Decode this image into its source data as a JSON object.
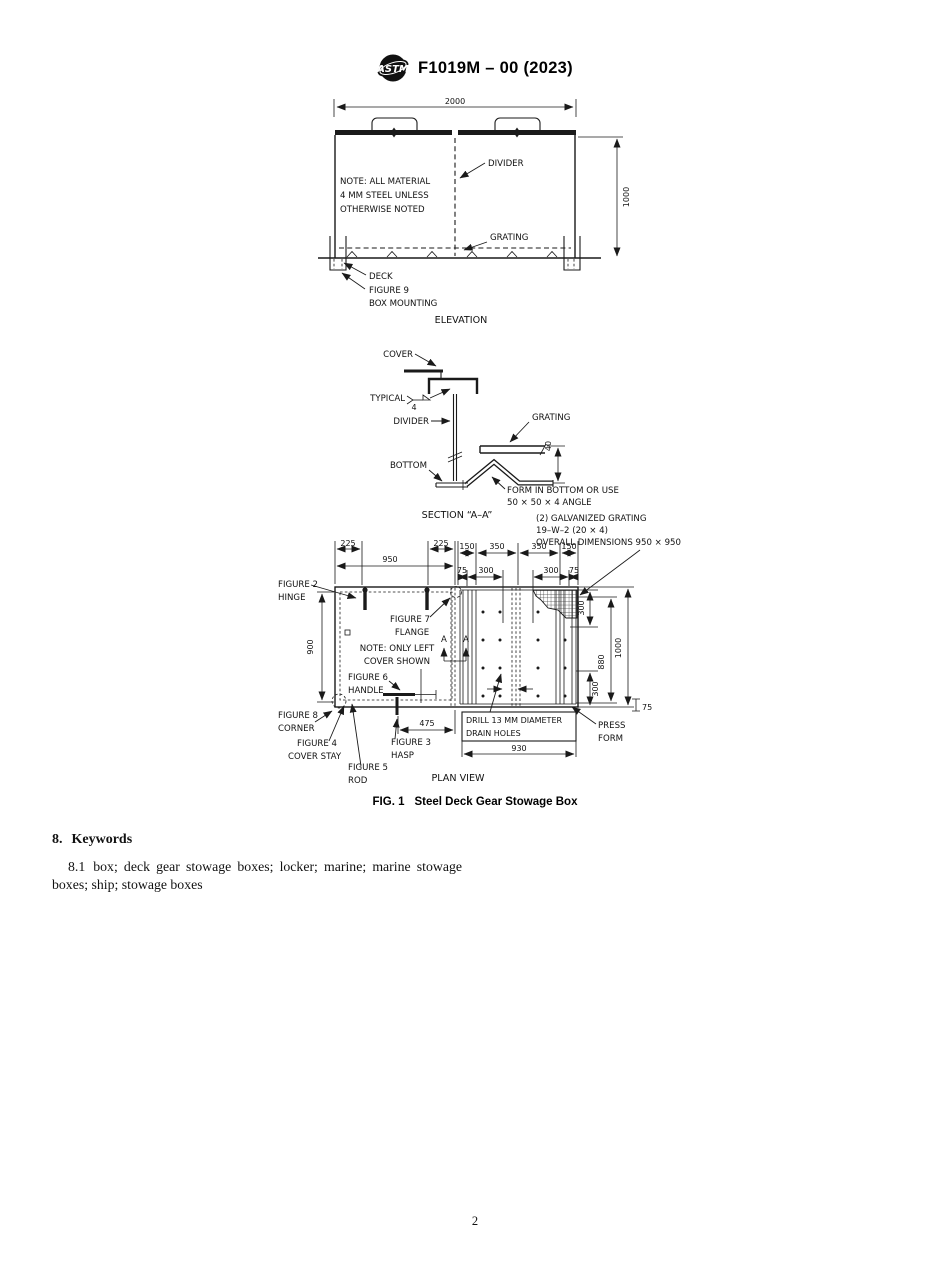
{
  "header": {
    "logo_text": "ASTM",
    "title": "F1019M – 00 (2023)"
  },
  "drawing": {
    "elevation": {
      "caption": "ELEVATION",
      "dim_width": "2000",
      "dim_height": "1000",
      "note1": "NOTE: ALL MATERIAL",
      "note2": "4 MM STEEL UNLESS",
      "note3": "OTHERWISE NOTED",
      "divider": "DIVIDER",
      "grating": "GRATING",
      "deck": "DECK",
      "mounting1": "FIGURE 9",
      "mounting2": "BOX MOUNTING"
    },
    "section": {
      "caption": "SECTION “A–A”",
      "cover": "COVER",
      "typical": "TYPICAL",
      "weld_size": "4",
      "divider": "DIVIDER",
      "grating": "GRATING",
      "dim40": "40",
      "bottom": "BOTTOM",
      "form1": "FORM IN BOTTOM OR USE",
      "form2": "50 × 50 × 4 ANGLE"
    },
    "plan": {
      "caption": "PLAN VIEW",
      "gnote1": "(2) GALVANIZED GRATING",
      "gnote2": "19–W–2 (20 × 4)",
      "gnote3": "OVERALL DIMENSIONS 950 × 950",
      "d225a": "225",
      "d225b": "225",
      "d950": "950",
      "d150a": "150",
      "d350a": "350",
      "d350b": "350",
      "d150b": "150",
      "d75a": "75",
      "d300a": "300",
      "d300b": "300",
      "d75b": "75",
      "d900": "900",
      "d300t": "300",
      "d880": "880",
      "d300bt": "300",
      "d1000": "1000",
      "d75r": "75",
      "d475": "475",
      "d930": "930",
      "a": "A",
      "fig2": "FIGURE 2",
      "hinge": "HINGE",
      "fig7": "FIGURE 7",
      "flange": "FLANGE",
      "cnote1": "NOTE: ONLY LEFT",
      "cnote2": "COVER SHOWN",
      "fig6": "FIGURE 6",
      "handle": "HANDLE",
      "fig8": "FIGURE 8",
      "corner": "CORNER",
      "fig4": "FIGURE 4",
      "stay": "COVER STAY",
      "fig5": "FIGURE 5",
      "rod": "ROD",
      "fig3": "FIGURE 3",
      "hasp": "HASP",
      "drill1": "DRILL 13 MM DIAMETER",
      "drill2": "DRAIN HOLES",
      "press1": "PRESS",
      "press2": "FORM"
    }
  },
  "figure": {
    "caption_label": "FIG. 1",
    "caption_text": "Steel Deck Gear Stowage Box"
  },
  "keywords": {
    "number": "8.",
    "heading": "Keywords",
    "item_number": "8.1",
    "text": "box; deck gear stowage boxes; locker; marine; marine stowage boxes; ship; stowage boxes"
  },
  "footer": {
    "page_number": "2"
  }
}
